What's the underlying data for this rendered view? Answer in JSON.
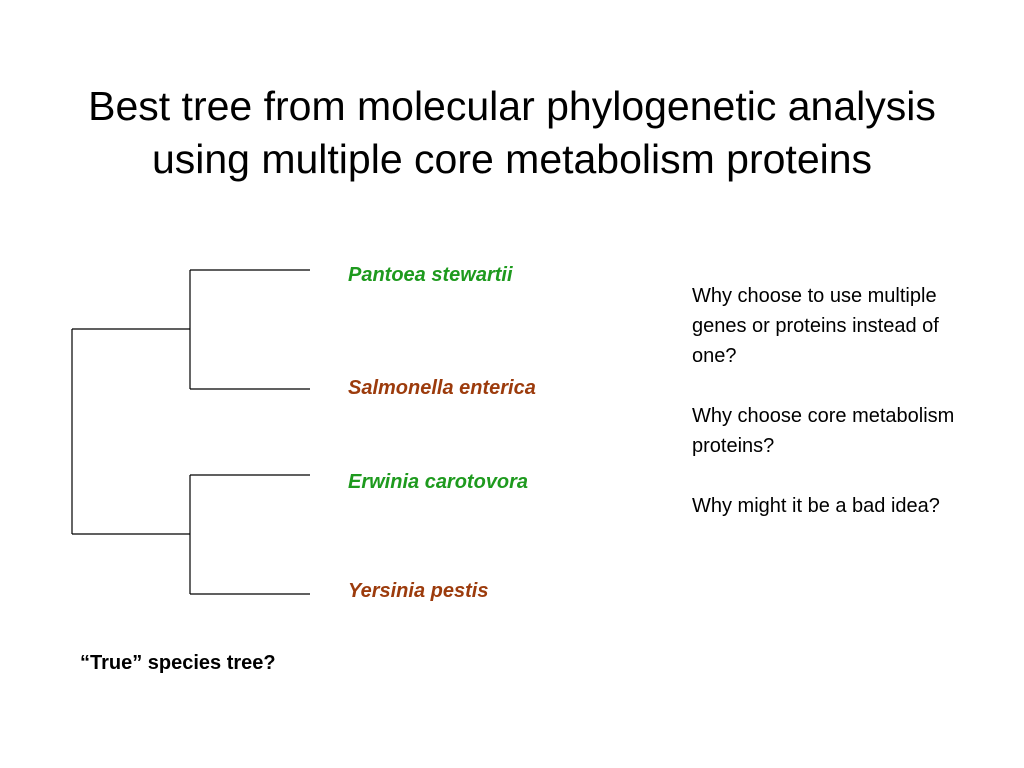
{
  "title": {
    "line1": "Best tree from molecular phylogenetic analysis",
    "line2": "using multiple core metabolism proteins"
  },
  "tree": {
    "taxa": [
      {
        "name": "Pantoea stewartii",
        "color": "#1e9a1e"
      },
      {
        "name": "Salmonella enterica",
        "color": "#9c3b0c"
      },
      {
        "name": "Erwinia carotovora",
        "color": "#1e9a1e"
      },
      {
        "name": "Yersinia pestis",
        "color": "#9c3b0c"
      }
    ],
    "topology": "((Pantoea stewartii, Salmonella enterica), (Erwinia carotovora, Yersinia pestis))",
    "line_color": "#000000"
  },
  "questions": [
    "Why choose to use multiple genes or proteins instead of one?",
    "Why choose core metabolism proteins?",
    "Why might it be a bad idea?"
  ],
  "caption": "“True” species tree?"
}
